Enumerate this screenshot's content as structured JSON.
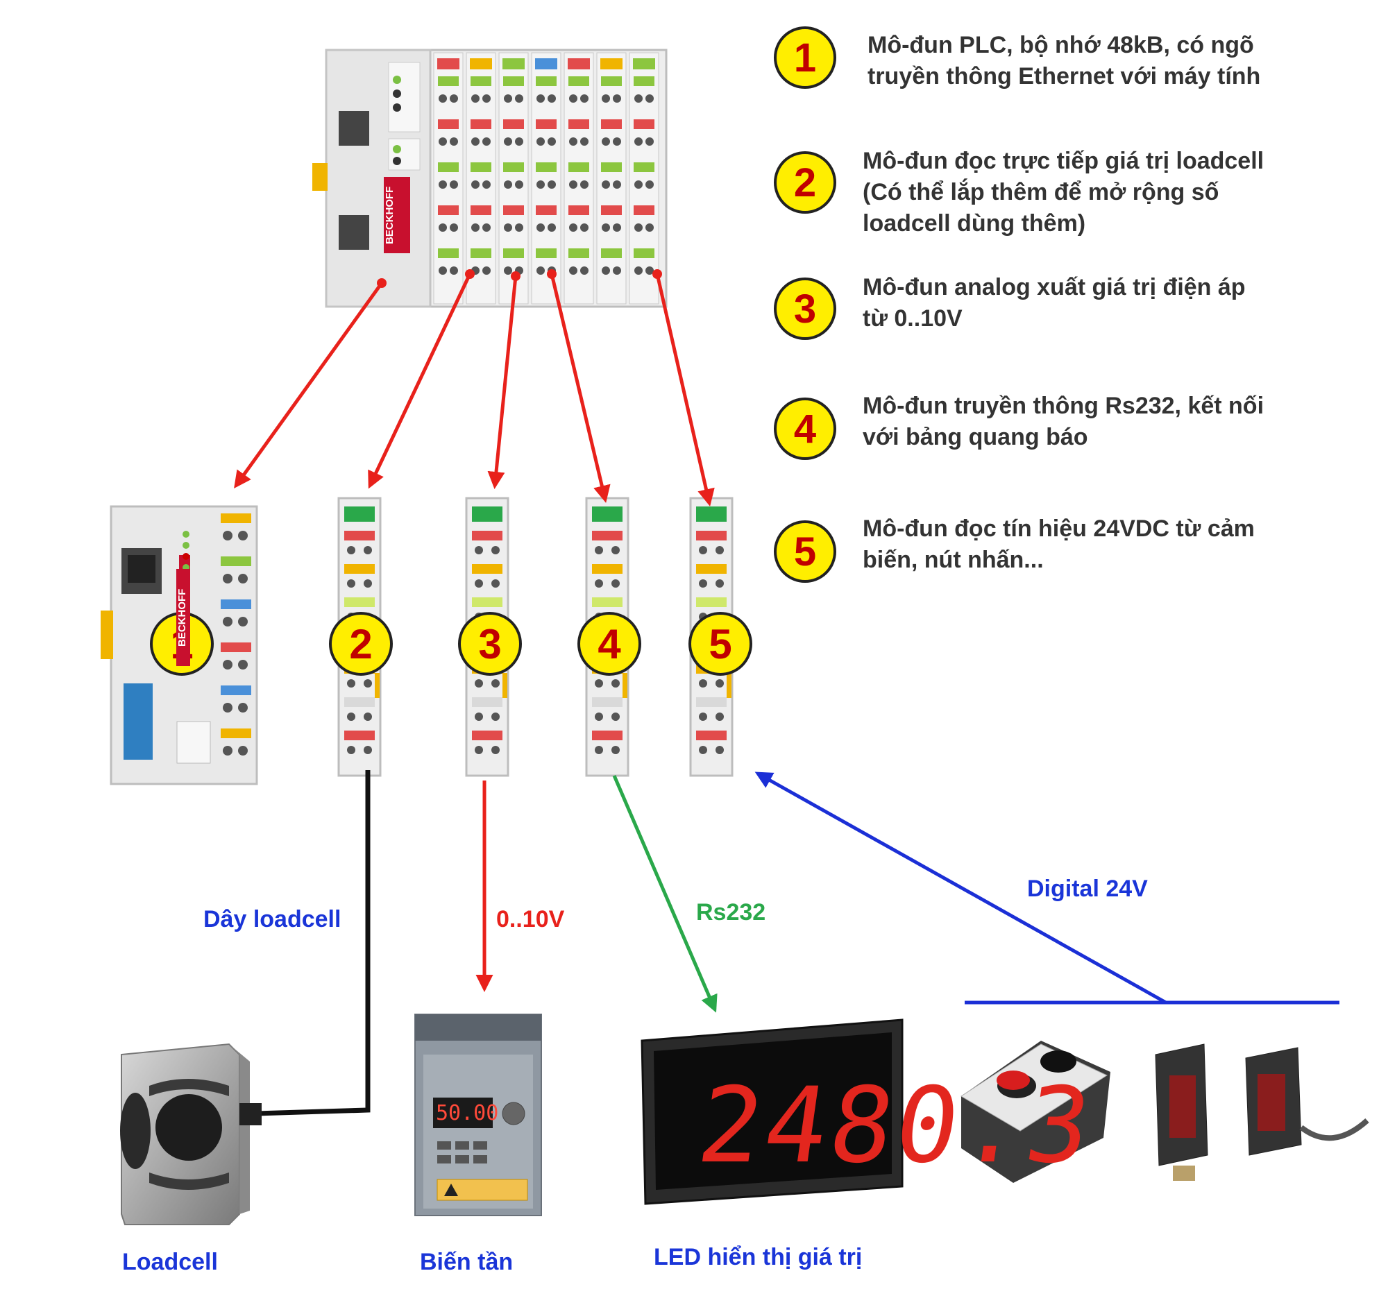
{
  "legend": [
    {
      "num": "1",
      "text": "Mô-đun PLC, bộ nhớ 48kB, có ngõ\ntruyền thông Ethernet với máy tính"
    },
    {
      "num": "2",
      "text": "Mô-đun đọc trực tiếp giá trị loadcell\n(Có thể lắp thêm để mở rộng số\nloadcell dùng thêm)"
    },
    {
      "num": "3",
      "text": "Mô-đun analog xuất giá trị điện áp\ntừ 0..10V"
    },
    {
      "num": "4",
      "text": "Mô-đun truyền thông Rs232, kết nối\nvới bảng quang báo"
    },
    {
      "num": "5",
      "text": "Mô-đun đọc tín hiệu 24VDC từ cảm\nbiến, nút nhấn..."
    }
  ],
  "module_badges": [
    "1",
    "2",
    "3",
    "4",
    "5"
  ],
  "connection_labels": {
    "loadcell_wire": "Dây loadcell",
    "analog": "0..10V",
    "serial": "Rs232",
    "digital": "Digital 24V"
  },
  "device_labels": {
    "loadcell": "Loadcell",
    "inverter": "Biến tần",
    "led_display": "LED hiển thị giá trị"
  },
  "device_text": {
    "led_reading": "2480.3",
    "inverter_reading": "50.00",
    "brand": "BECKHOFF"
  },
  "colors": {
    "badge_fill": "#ffee00",
    "badge_number": "#c00000",
    "arrow_red": "#e8211b",
    "wire_green": "#2aa84a",
    "wire_blue": "#1b2fd6",
    "label_blue": "#1a35d8",
    "label_red": "#e8211b",
    "label_green": "#2aa84a"
  }
}
